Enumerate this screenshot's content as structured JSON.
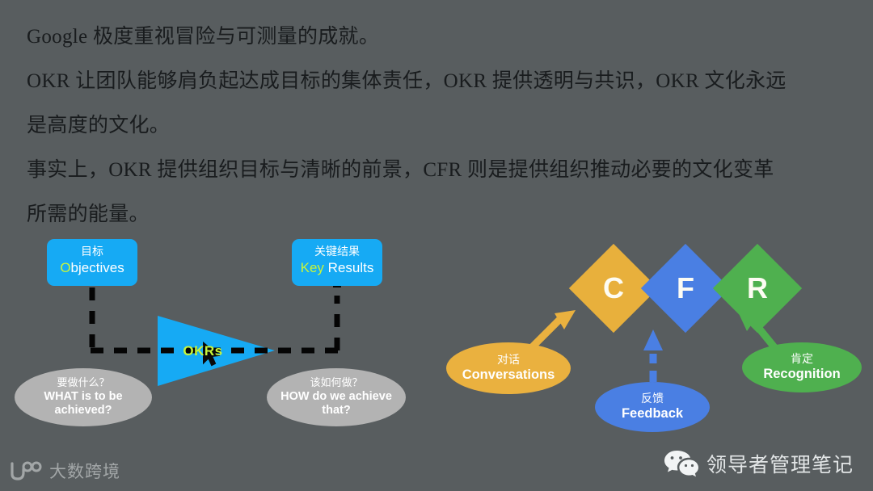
{
  "background_color": "#585d5f",
  "prose": {
    "lines": [
      "Google 极度重视冒险与可测量的成就。",
      "OKR 让团队能够肩负起达成目标的集体责任，OKR 提供透明与共识，OKR 文化永远",
      "是高度的文化。",
      "事实上，OKR 提供组织目标与清晰的前景，CFR 则是提供组织推动必要的文化变革",
      "所需的能量。"
    ]
  },
  "okr_diagram": {
    "objectives_box": {
      "cn": "目标",
      "en_lead": "O",
      "en_rest": "bjectives",
      "color": "#16aaf4"
    },
    "key_results_box": {
      "cn": "关键结果",
      "en_lead": "Key",
      "en_rest": " Results",
      "color": "#16aaf4"
    },
    "triangle_label": "OKRs",
    "triangle_color": "#16aaf4",
    "label_color": "#c7f53b",
    "what_ellipse": {
      "cn": "要做什么？",
      "en_line1": "WHAT is to be",
      "en_line2": "achieved?",
      "color": "#b3b3b3"
    },
    "how_ellipse": {
      "cn": "该如何做？",
      "en_line1": "HOW do we achieve",
      "en_line2": "that?",
      "color": "#b3b3b3"
    },
    "connector_color": "#000000",
    "connector_style": "dashed"
  },
  "cfr_diagram": {
    "diamonds": [
      {
        "letter": "C",
        "color": "#e8b03c"
      },
      {
        "letter": "F",
        "color": "#4a7fe3"
      },
      {
        "letter": "R",
        "color": "#4fb04f"
      }
    ],
    "ellipses": [
      {
        "cn": "对话",
        "en": "Conversations",
        "color": "#eab13f"
      },
      {
        "cn": "反馈",
        "en": "Feedback",
        "color": "#4a7fe3"
      },
      {
        "cn": "肯定",
        "en": "Recognition",
        "color": "#4fb04f"
      }
    ]
  },
  "watermarks": {
    "left": {
      "icon": "dashuquajing-logo-icon",
      "text": "大数跨境"
    },
    "right": {
      "icon": "wechat-icon",
      "text": "领导者管理笔记"
    }
  }
}
